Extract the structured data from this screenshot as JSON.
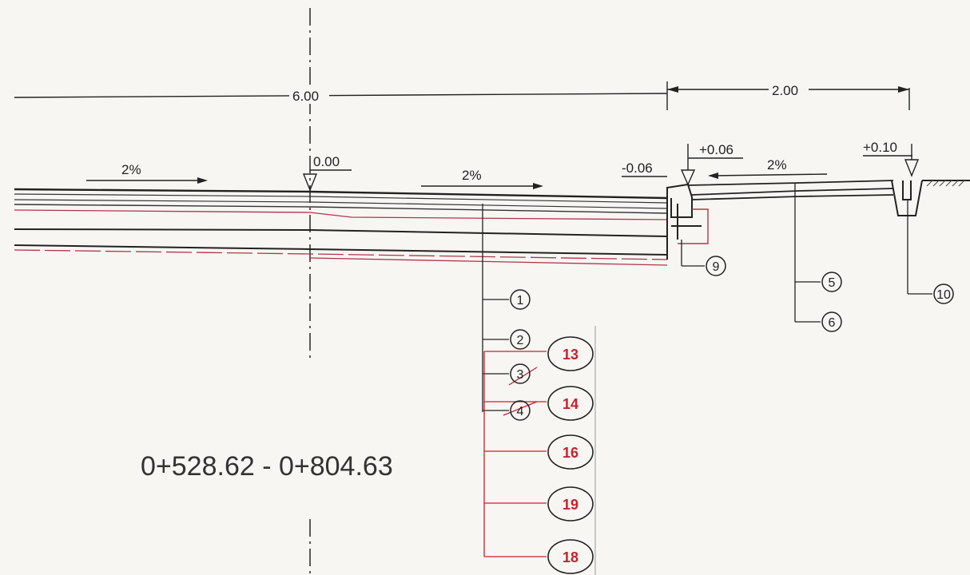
{
  "dimensions": [
    {
      "id": "main_width",
      "label": "6.00"
    },
    {
      "id": "verge_width",
      "label": "2.00"
    }
  ],
  "levels": [
    {
      "id": "axis",
      "label": "0.00"
    },
    {
      "id": "curb_low",
      "label": "-0.06"
    },
    {
      "id": "curb_high",
      "label": "+0.06"
    },
    {
      "id": "edge",
      "label": "+0.10"
    }
  ],
  "slopes": [
    {
      "id": "left",
      "label": "2%",
      "direction": "right"
    },
    {
      "id": "mid",
      "label": "2%",
      "direction": "right"
    },
    {
      "id": "verge",
      "label": "2%",
      "direction": "left"
    }
  ],
  "black_tags": [
    "1",
    "2",
    "3",
    "4",
    "5",
    "6",
    "9",
    "10"
  ],
  "red_tags": [
    "13",
    "14",
    "16",
    "19",
    "18"
  ],
  "chainage": "0+528.62 - 0+804.63",
  "colors": {
    "ink": "#222222",
    "red_ink": "#c8202c",
    "layer_red": "#b0364a",
    "paper": "#f7f6f3"
  }
}
